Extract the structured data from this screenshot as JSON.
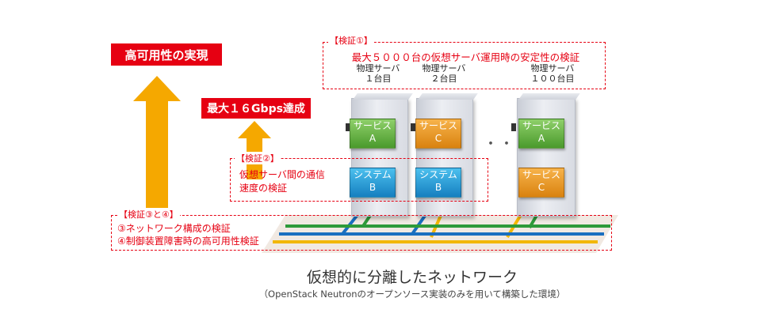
{
  "left": {
    "top_goal": "高可用性の実現",
    "mid_goal": "最大１６Gbps達成"
  },
  "verify1": {
    "tag": "【検証①】",
    "title": "最大５０００台の仮想サーバ運用時の安定性の検証",
    "servers": [
      {
        "line1": "物理サーバ",
        "line2": "１台目"
      },
      {
        "line1": "物理サーバ",
        "line2": "２台目"
      },
      {
        "line1": "物理サーバ",
        "line2": "１００台目"
      }
    ]
  },
  "verify2": {
    "tag": "【検証②】",
    "line1": "仮想サーバ間の通信",
    "line2": "速度の検証"
  },
  "verify34": {
    "tag": "【検証③と④】",
    "line1": "③ネットワーク構成の検証",
    "line2": "④制御装置障害時の高可用性検証"
  },
  "blocks": {
    "s1_top": {
      "name": "サービス",
      "letter": "A"
    },
    "s1_bot": {
      "name": "システム",
      "letter": "B"
    },
    "s2_top": {
      "name": "サービス",
      "letter": "C"
    },
    "s2_bot": {
      "name": "システム",
      "letter": "B"
    },
    "s3_top": {
      "name": "サービス",
      "letter": "A"
    },
    "s3_bot": {
      "name": "サービス",
      "letter": "C"
    }
  },
  "ellipsis": "・・・",
  "footer": {
    "title": "仮想的に分離したネットワーク",
    "subtitle": "（OpenStack Neutronのオープンソース実装のみを用いて構築した環境）"
  },
  "colors": {
    "accent_red": "#e60012",
    "arrow_orange": "#f5a800",
    "net_green": "#2e9a3a",
    "net_blue": "#1a6fc0",
    "net_yellow": "#f2b700"
  }
}
